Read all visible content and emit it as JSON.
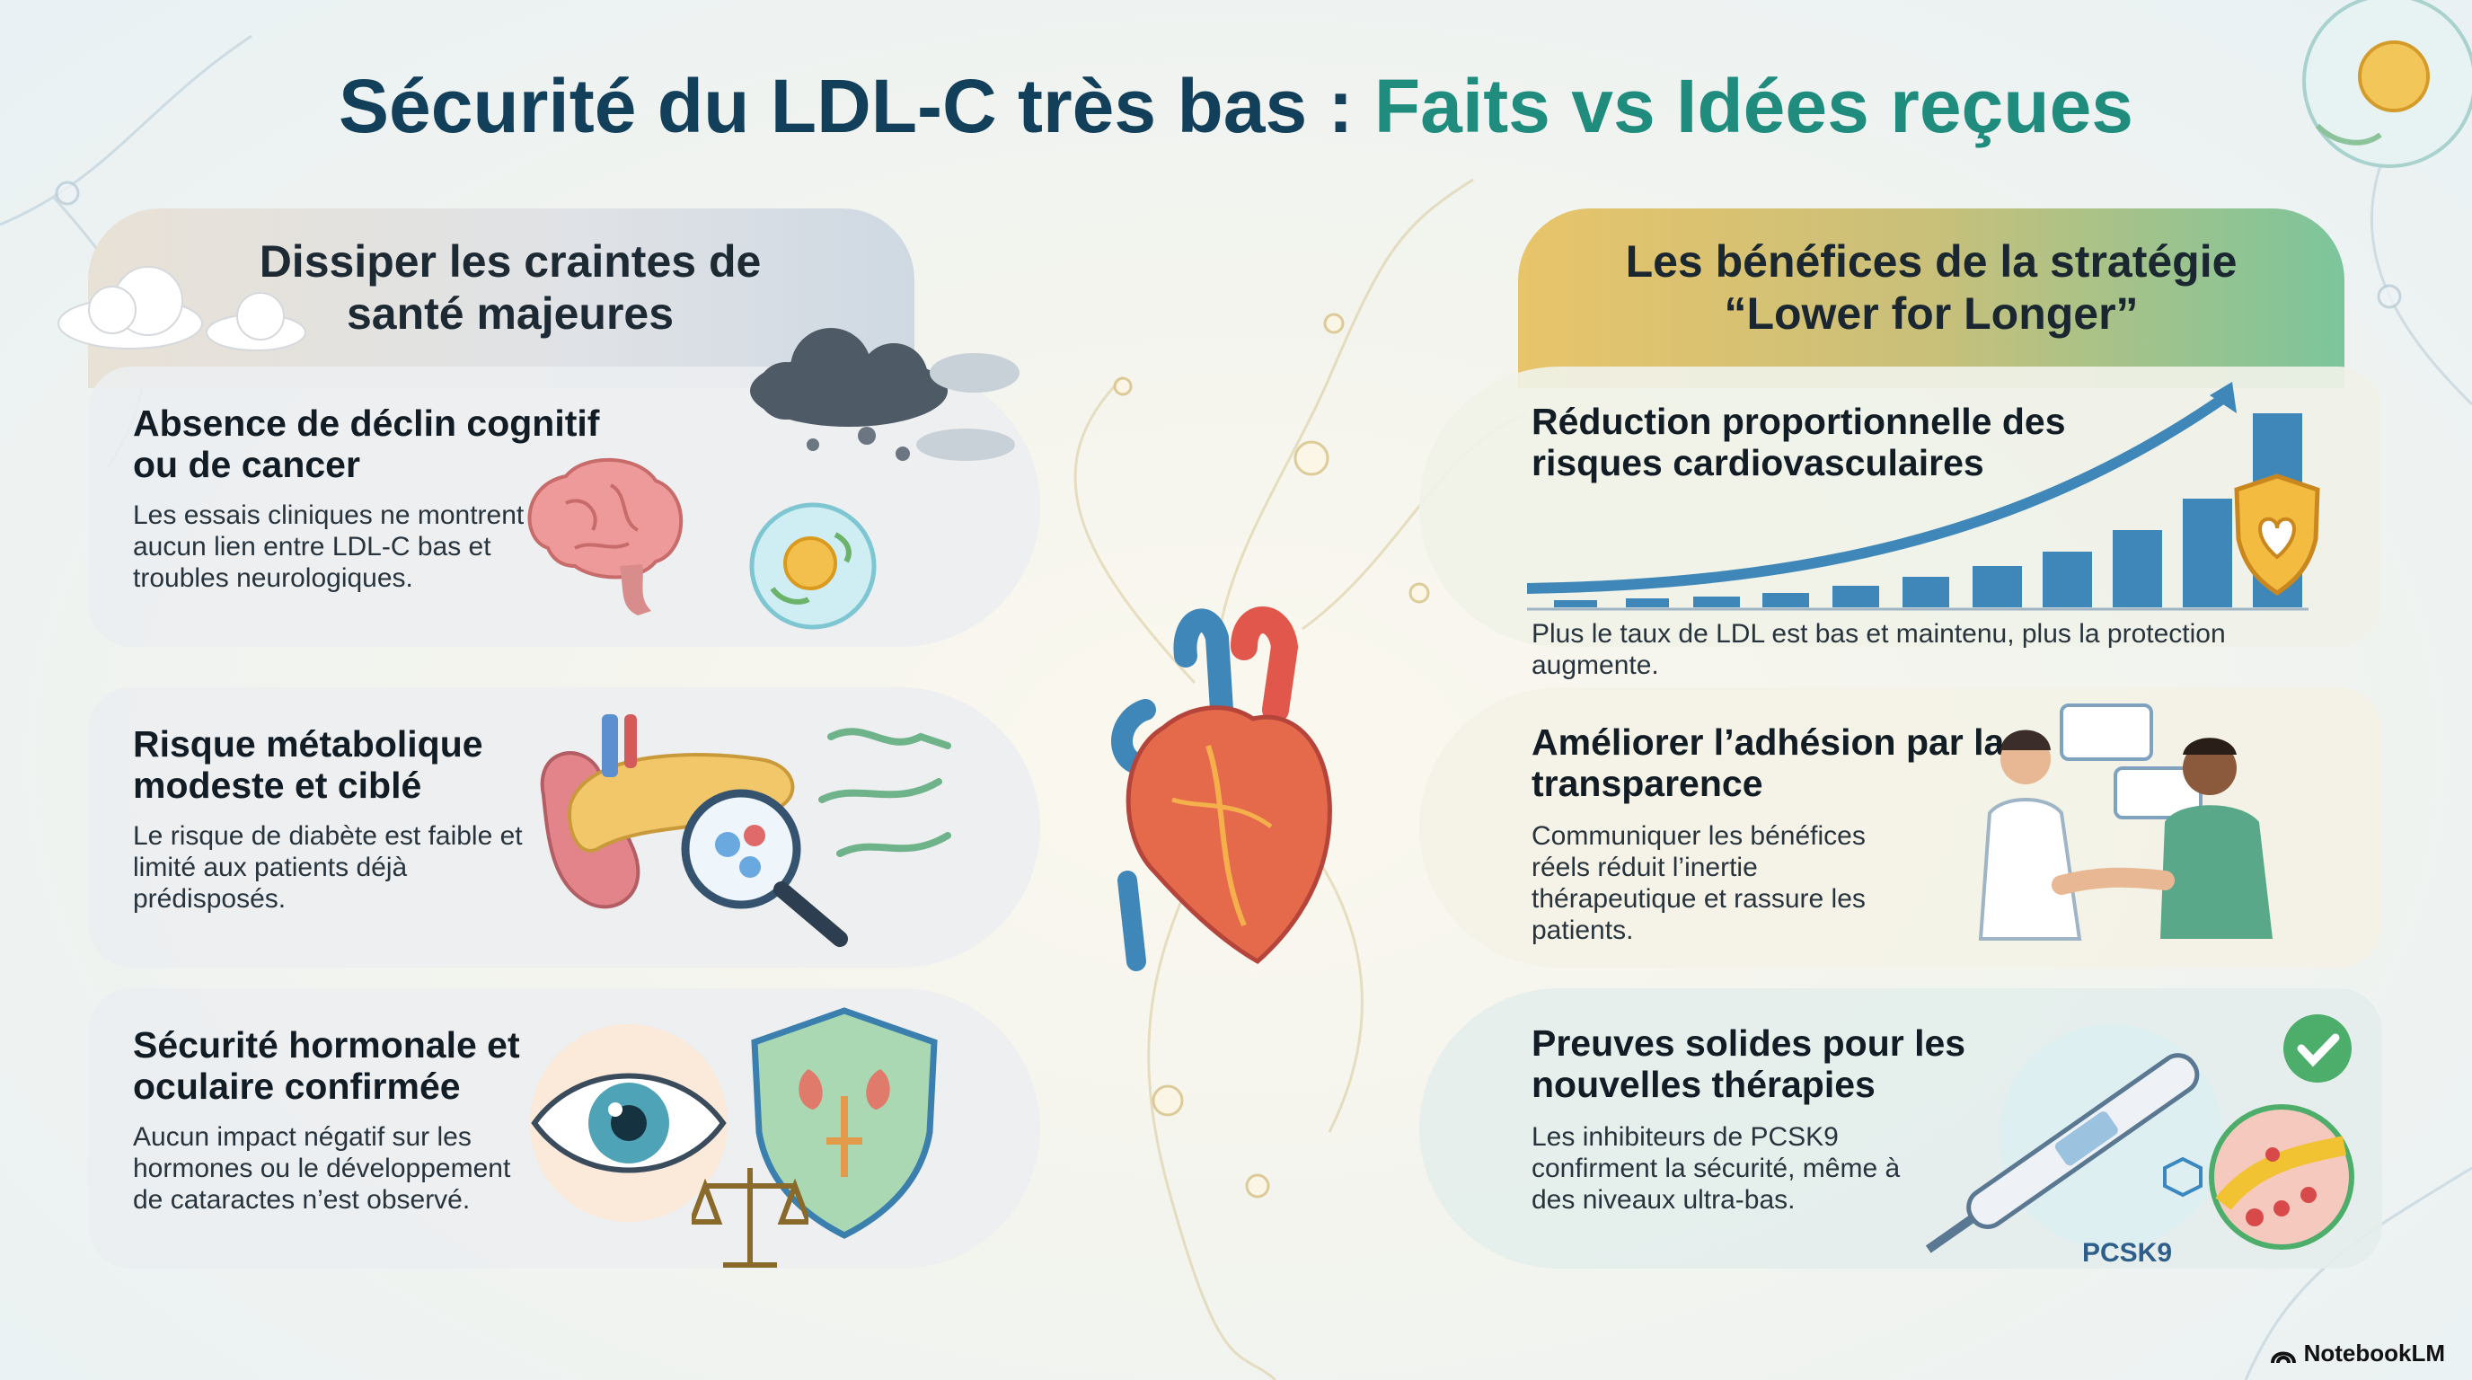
{
  "title": {
    "part1": "Sécurité du LDL-C très bas : ",
    "part2": "Faits vs Idées reçues"
  },
  "left_panel": {
    "heading": "Dissiper les craintes de santé majeures",
    "cards": [
      {
        "title": "Absence de déclin cognitif ou de cancer",
        "text": "Les essais cliniques ne montrent aucun lien entre LDL-C bas et troubles neurologiques."
      },
      {
        "title": "Risque métabolique modeste et ciblé",
        "text": "Le risque de diabète est faible et limité aux patients déjà prédisposés."
      },
      {
        "title": "Sécurité hormonale et oculaire confirmée",
        "text": "Aucun impact négatif sur les hormones ou le développement de cataractes n’est observé."
      }
    ]
  },
  "right_panel": {
    "heading": "Les bénéfices de la stratégie “Lower for Longer”",
    "cards": [
      {
        "title": "Réduction proportionnelle des risques cardiovasculaires",
        "text": "Plus le taux de LDL est bas et maintenu, plus la protection augmente."
      },
      {
        "title": "Améliorer l’adhésion par la transparence",
        "text": "Communiquer les bénéfices réels réduit l’inertie thérapeutique et rassure les patients."
      },
      {
        "title": "Preuves solides pour les nouvelles thérapies",
        "text": "Les inhibiteurs de PCSK9 confirment la sécurité, même à des niveaux ultra-bas."
      }
    ]
  },
  "pcsk_label": "PCSK9",
  "brand": "NotebookLM",
  "colors": {
    "title_dark": "#123f5a",
    "title_accent": "#1f8c7e",
    "bar_blue": "#3f87b8"
  }
}
